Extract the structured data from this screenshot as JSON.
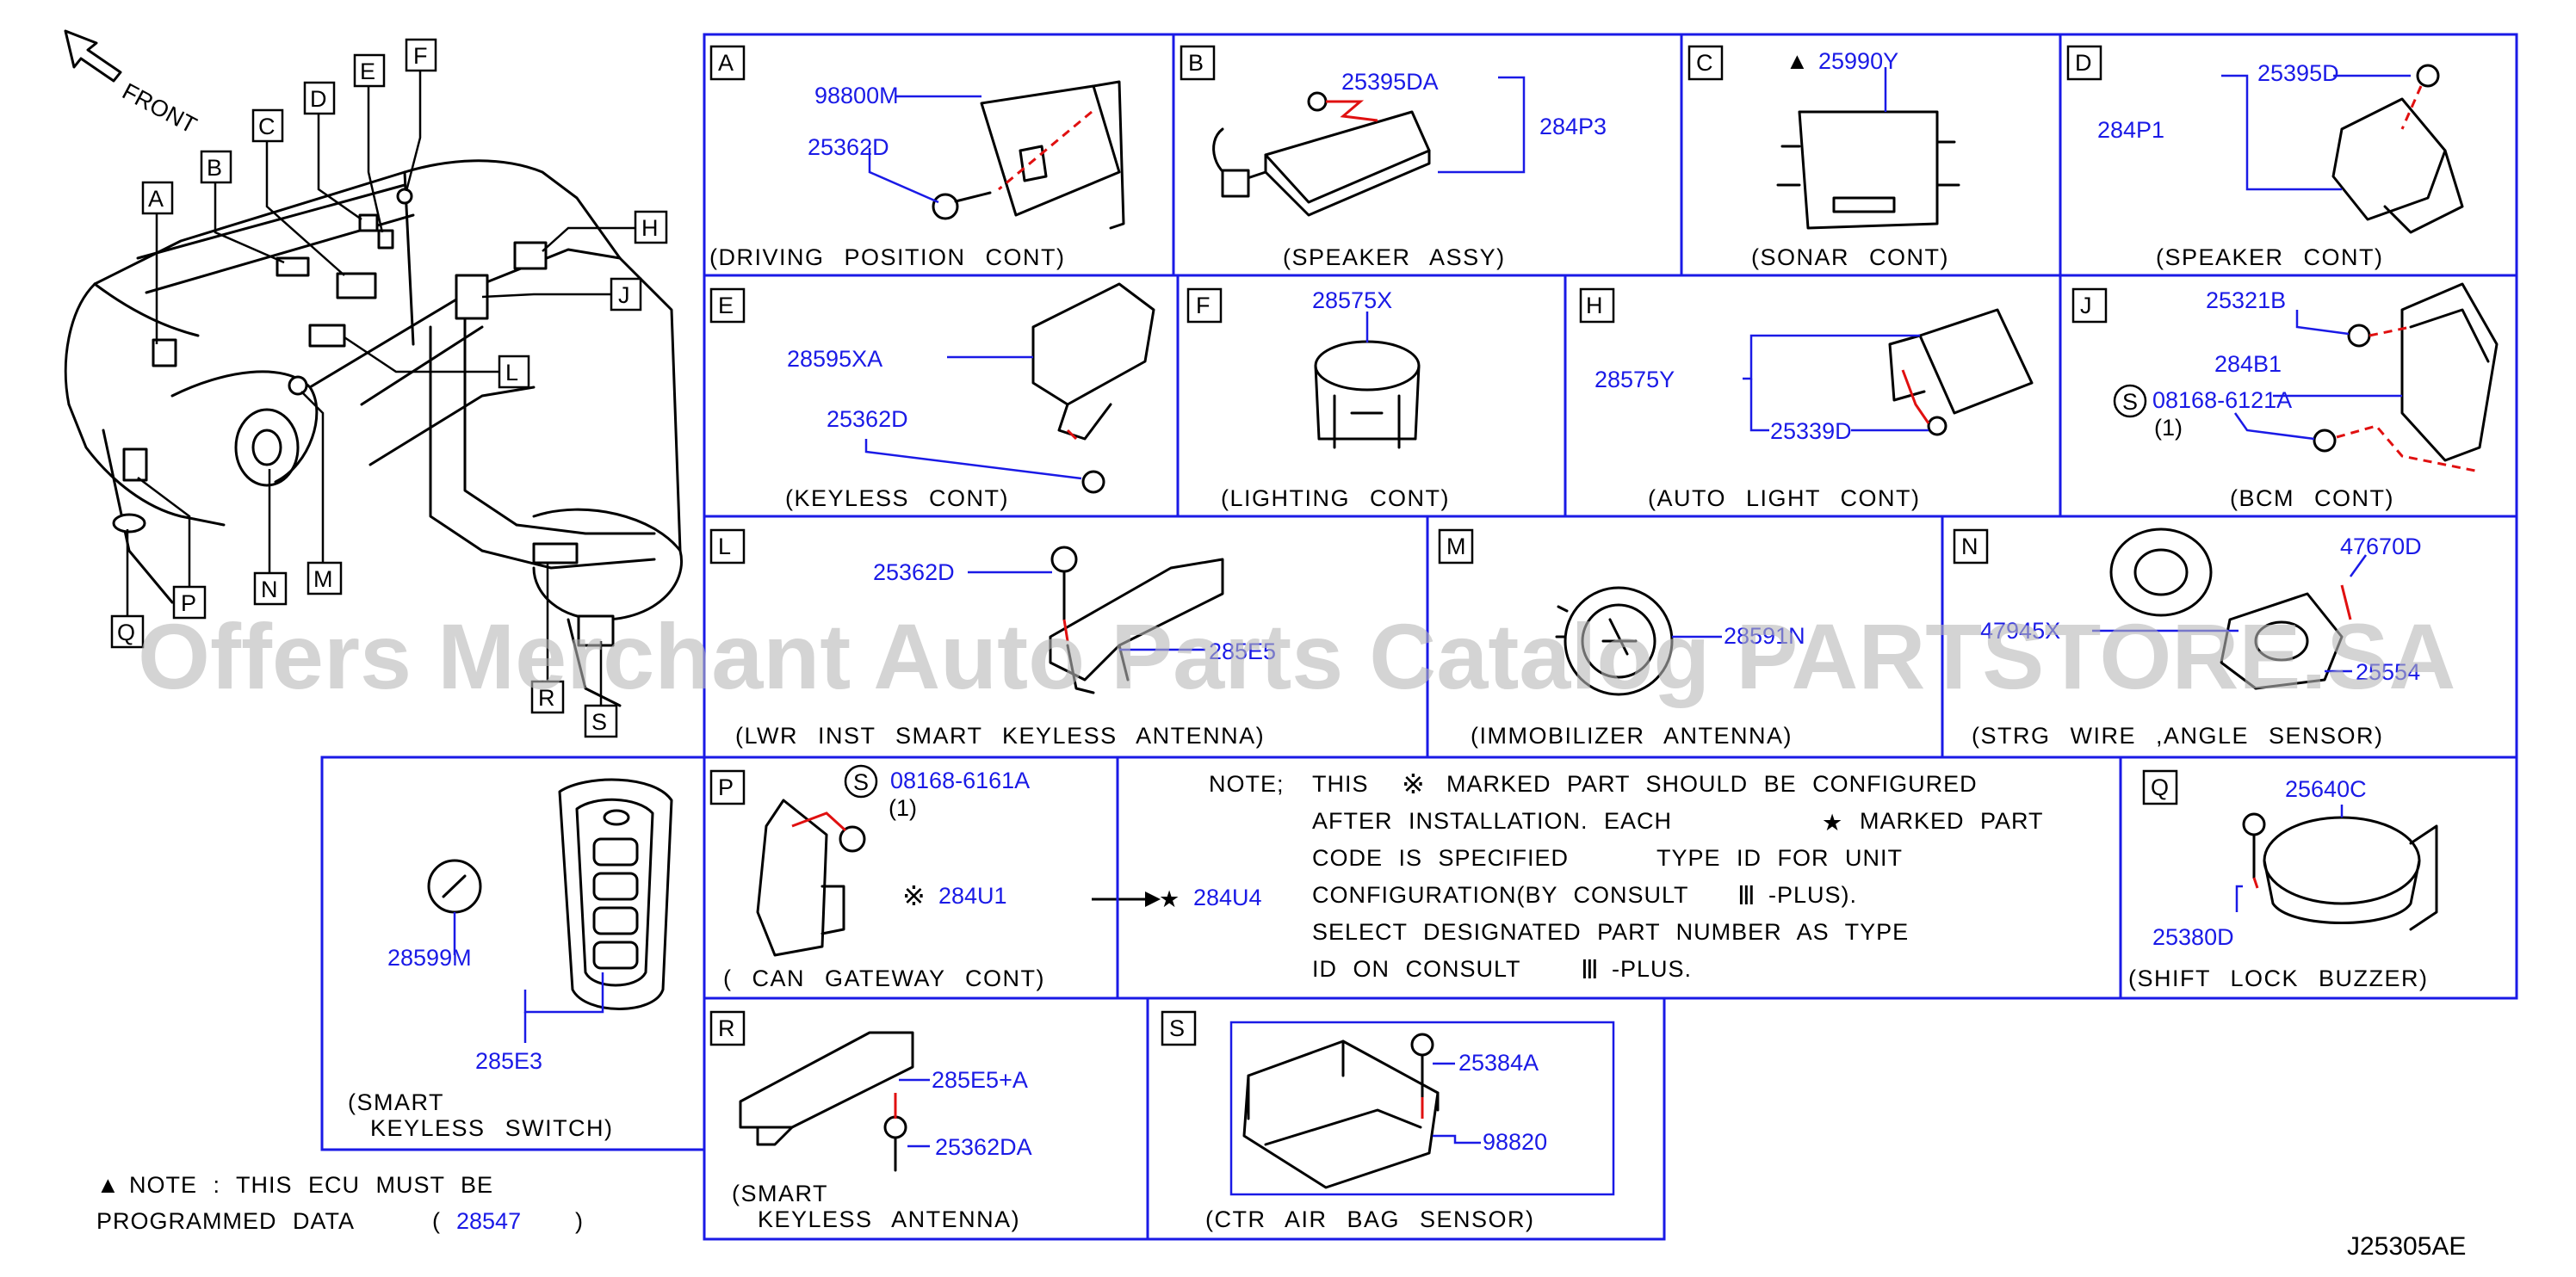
{
  "diagram": {
    "front_label": "FRONT",
    "watermark": "Offers Merchant Auto Parts Catalog PARTSTORE.SA",
    "figure_code": "J25305AE",
    "overview_letters": [
      "A",
      "B",
      "C",
      "D",
      "E",
      "F",
      "H",
      "J",
      "L",
      "N",
      "M",
      "P",
      "Q",
      "R",
      "S"
    ],
    "panels": {
      "A": {
        "letter": "A",
        "caption": "(DRIVING POSITION CONT)",
        "parts": [
          "98800M",
          "25362D"
        ]
      },
      "B": {
        "letter": "B",
        "caption": "(SPEAKER ASSY)",
        "parts": [
          "25395DA",
          "284P3"
        ]
      },
      "C": {
        "letter": "C",
        "caption": "(SONAR CONT)",
        "parts": [
          "25990Y"
        ],
        "marker": "▲"
      },
      "D": {
        "letter": "D",
        "caption": "(SPEAKER CONT)",
        "parts": [
          "25395D",
          "284P1"
        ]
      },
      "E": {
        "letter": "E",
        "caption": "(KEYLESS CONT)",
        "parts": [
          "28595XA",
          "25362D"
        ]
      },
      "F": {
        "letter": "F",
        "caption": "(LIGHTING CONT)",
        "parts": [
          "28575X"
        ]
      },
      "H": {
        "letter": "H",
        "caption": "(AUTO LIGHT CONT)",
        "parts": [
          "28575Y",
          "25339D"
        ]
      },
      "J": {
        "letter": "J",
        "caption": "(BCM CONT)",
        "parts": [
          "25321B",
          "284B1",
          "08168-6121A"
        ],
        "qty": "(1)",
        "s_mark": "S"
      },
      "L": {
        "letter": "L",
        "caption": "(LWR INST SMART KEYLESS ANTENNA)",
        "parts": [
          "25362D",
          "285E5"
        ]
      },
      "M": {
        "letter": "M",
        "caption": "(IMMOBILIZER ANTENNA)",
        "parts": [
          "28591N"
        ]
      },
      "N": {
        "letter": "N",
        "caption": "(STRG WIRE ,ANGLE SENSOR)",
        "parts": [
          "47670D",
          "47945X",
          "25554"
        ]
      },
      "K": {
        "caption_line1": "(SMART",
        "caption_line2": "KEYLESS SWITCH)",
        "parts": [
          "28599M",
          "285E3"
        ]
      },
      "P": {
        "letter": "P",
        "caption": "( CAN GATEWAY CONT)",
        "parts": [
          "08168-6161A",
          "284U1",
          "284U4"
        ],
        "qty": "(1)",
        "s_mark": "S",
        "ref_mark": "※",
        "star": "★"
      },
      "Q": {
        "letter": "Q",
        "caption": "(SHIFT LOCK BUZZER)",
        "parts": [
          "25640C",
          "25380D"
        ]
      },
      "R": {
        "letter": "R",
        "caption_line1": "(SMART",
        "caption_line2": "KEYLESS ANTENNA)",
        "parts": [
          "285E5+A",
          "25362DA"
        ]
      },
      "S": {
        "letter": "S",
        "caption": "(CTR AIR BAG SENSOR)",
        "parts": [
          "25384A",
          "98820"
        ]
      }
    },
    "note": {
      "lead": "NOTE;",
      "l1a": "THIS",
      "l1b": "MARKED PART SHOULD BE CONFIGURED",
      "l2a": "AFTER INSTALLATION. EACH",
      "l2b": "MARKED PART",
      "l3a": "CODE IS SPECIFIED",
      "l3b": "TYPE ID FOR UNIT",
      "l4a": "CONFIGURATION(BY CONSULT",
      "l4b": "-PLUS).",
      "l5": "SELECT DESIGNATED PART NUMBER AS TYPE",
      "l6a": "ID ON CONSULT",
      "l6b": "-PLUS.",
      "ref_mark": "※",
      "star": "★",
      "consult_mark": "Ⅲ"
    },
    "ecu_note": {
      "marker": "▲",
      "line1": "NOTE : THIS ECU MUST BE",
      "line2a": "PROGRAMMED DATA",
      "open": "(",
      "part": "28547",
      "close": ")"
    }
  }
}
